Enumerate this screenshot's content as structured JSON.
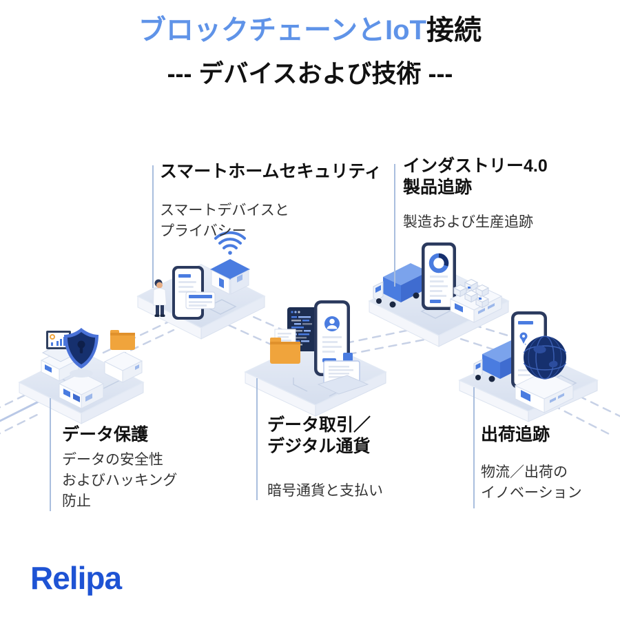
{
  "title": {
    "line1_highlight": "ブロックチェーンとIoT",
    "line1_rest": "接続",
    "line2": "--- デバイスおよび技術 ---"
  },
  "nodes": [
    {
      "id": "smart-home-security",
      "heading_lines": [
        "スマートホームセキュリティ"
      ],
      "body_lines": [
        "スマートデバイスと",
        "プライバシー"
      ],
      "icons": [
        "person",
        "smartphone",
        "smart-home-house",
        "wifi-signal"
      ]
    },
    {
      "id": "industry-product-tracking",
      "heading_lines": [
        "インダストリー4.0",
        "製品追跡"
      ],
      "body_lines": [
        "製造および生産追跡"
      ],
      "icons": [
        "truck",
        "analytics-phone",
        "donut-chart",
        "cargo-boxes"
      ]
    },
    {
      "id": "data-protection",
      "heading_lines": [
        "データ保護"
      ],
      "body_lines": [
        "データの安全性",
        "およびハッキング",
        "防止"
      ],
      "icons": [
        "laptop-analytics",
        "security-shield",
        "keyhole",
        "folder"
      ]
    },
    {
      "id": "data-transaction-digital-currency",
      "heading_lines": [
        "データ取引／",
        "デジタル通貨"
      ],
      "body_lines": [
        "暗号通貨と支払い"
      ],
      "icons": [
        "document-folder",
        "code-terminal",
        "profile-phone",
        "laptop-document"
      ]
    },
    {
      "id": "shipment-tracking",
      "heading_lines": [
        "出荷追跡"
      ],
      "body_lines": [
        "物流／出荷の",
        "イノベーション"
      ],
      "icons": [
        "truck",
        "map-tracking-phone",
        "location-pin",
        "globe",
        "cargo-box"
      ]
    }
  ],
  "logo": {
    "text": "Relipa"
  },
  "colors": {
    "title_accent": "#5f93e8",
    "text_dark": "#111111",
    "text_body": "#333333",
    "illustration_blue": "#4a7ce0",
    "illustration_navy": "#1d2e52",
    "accent_orange": "#f0a43c",
    "platform_fill": "#dde4f1",
    "road_dash": "#c7d1e6",
    "connector_line": "#a9bede",
    "logo_blue": "#1e53d4"
  }
}
